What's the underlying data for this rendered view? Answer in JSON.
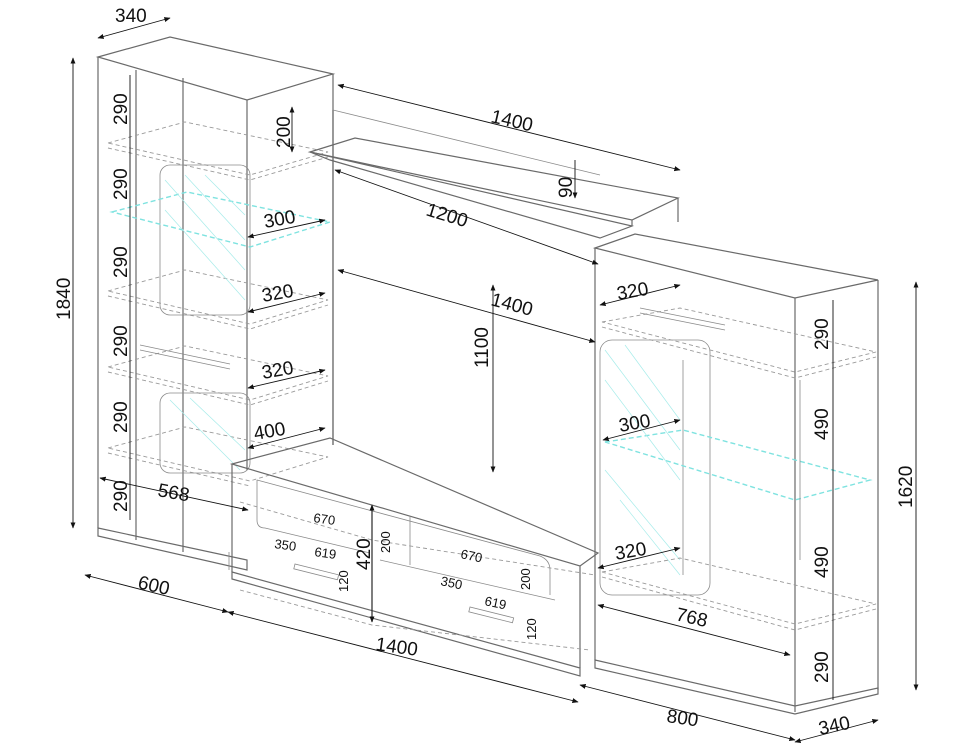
{
  "colors": {
    "line": "#6a6a6a",
    "dimension": "#111111",
    "glass": "#7fe3e0"
  },
  "dimensions": {
    "left_depth_top": "340",
    "left_height": "1840",
    "left_shelf_1": "290",
    "left_shelf_2": "290",
    "left_shelf_3": "290",
    "left_shelf_4": "290",
    "left_shelf_5": "290",
    "left_shelf_6": "290",
    "top_shelf_width": "1400",
    "top_shelf_height": "200",
    "upper_shelf_width": "1200",
    "upper_shelf_gap": "90",
    "center_width": "1400",
    "center_height": "1100",
    "inner_300_left": "300",
    "inner_320_left_a": "320",
    "inner_320_left_b": "320",
    "inner_400_left": "400",
    "inner_568": "568",
    "tv_670_a": "670",
    "tv_670_b": "670",
    "tv_350_a": "350",
    "tv_350_b": "350",
    "tv_619_a": "619",
    "tv_619_b": "619",
    "tv_200_a": "200",
    "tv_200_b": "200",
    "tv_120_a": "120",
    "tv_120_b": "120",
    "tv_height": "420",
    "left_width": "600",
    "tv_width": "1400",
    "right_320_top": "320",
    "right_300": "300",
    "right_320_bottom": "320",
    "right_768": "768",
    "right_width": "800",
    "right_depth": "340",
    "right_height": "1620",
    "right_shelf_1": "290",
    "right_shelf_2": "490",
    "right_shelf_3": "490",
    "right_shelf_4": "290"
  }
}
